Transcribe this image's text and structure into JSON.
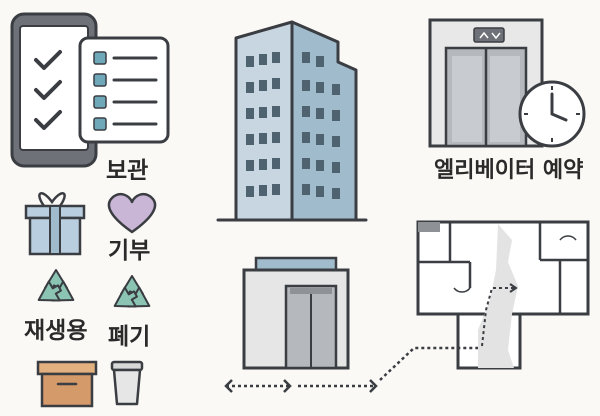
{
  "labels": {
    "storage": "보관",
    "donation": "기부",
    "recycling": "재생용",
    "disposal": "폐기",
    "elevator_reservation": "엘리베이터 예약"
  },
  "icons": {
    "phone": "phone-checklist-icon",
    "checklist": "clipboard-checklist-icon",
    "gift": "gift-box-icon",
    "heart": "heart-icon",
    "recycle": "recycle-icon",
    "box": "cardboard-box-icon",
    "trash": "trash-bin-icon",
    "tower": "apartment-tower-icon",
    "elevator": "elevator-icon",
    "clock": "clock-icon",
    "low_building": "elevator-building-icon",
    "floorplan": "floor-plan-icon"
  },
  "colors": {
    "background": "#fbf9f6",
    "outline": "#3a3d42",
    "glass": "#9fbbcc",
    "teal": "#6fa89a",
    "box": "#d49a6a",
    "heart": "#c9b6d6"
  }
}
